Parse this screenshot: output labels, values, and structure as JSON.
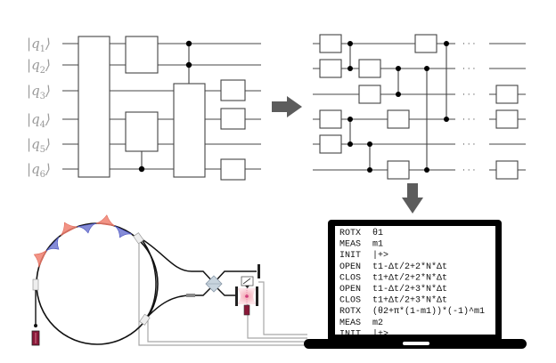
{
  "figure": {
    "description": "Quantum circuit compilation to photonic hardware instructions"
  },
  "input_circuit": {
    "qubit_labels": [
      {
        "name": "q",
        "index": "1"
      },
      {
        "name": "q",
        "index": "2"
      },
      {
        "name": "q",
        "index": "3"
      },
      {
        "name": "q",
        "index": "4"
      },
      {
        "name": "q",
        "index": "5"
      },
      {
        "name": "q",
        "index": "6"
      }
    ],
    "qubit_count": 6
  },
  "compiled_circuit": {
    "ellipsis": "· · ·",
    "qubit_count": 6
  },
  "arrows": {
    "right": "arrow-right",
    "down": "arrow-down",
    "color": "#5c5c5c"
  },
  "hardware": {
    "pulse_colors": {
      "red": "#f08070",
      "blue": "#7078d0"
    },
    "fiber_color": "#111111",
    "control_line_color": "#a8a8a8",
    "cavity_glow": "#f6c0c8",
    "source_color": "#8a1838"
  },
  "laptop": {
    "program": [
      {
        "op": "ROTX",
        "arg": "θ1"
      },
      {
        "op": "MEAS",
        "arg": "m1"
      },
      {
        "op": "INIT",
        "arg": "|+>"
      },
      {
        "op": "OPEN",
        "arg": "t1-Δt/2+2*N*Δt"
      },
      {
        "op": "CLOS",
        "arg": "t1+Δt/2+2*N*Δt"
      },
      {
        "op": "OPEN",
        "arg": "t1-Δt/2+3*N*Δt"
      },
      {
        "op": "CLOS",
        "arg": "t1+Δt/2+3*N*Δt"
      },
      {
        "op": "ROTX",
        "arg": "(θ2+π*(1-m1))*(-1)^m1"
      },
      {
        "op": "MEAS",
        "arg": "m2"
      },
      {
        "op": "INIT",
        "arg": "|+>"
      }
    ]
  }
}
